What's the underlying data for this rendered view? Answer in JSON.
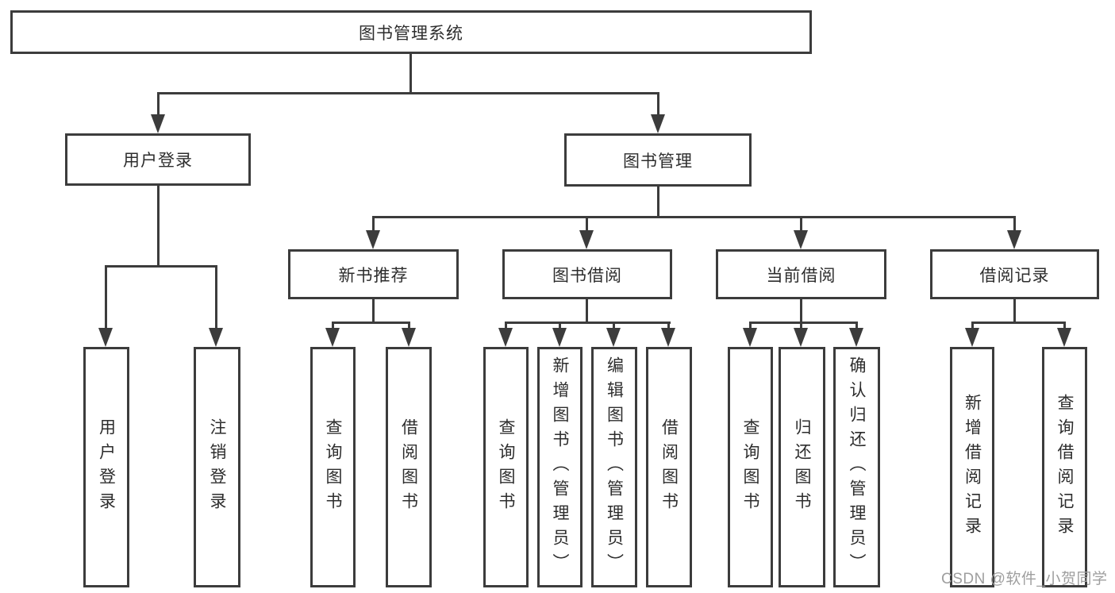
{
  "diagram": {
    "root_label": "图书管理系统",
    "level2": {
      "user_login": "用户登录",
      "book_management": "图书管理"
    },
    "level3": {
      "new_book_recommend": "新书推荐",
      "book_borrow": "图书借阅",
      "current_borrow": "当前借阅",
      "borrow_record": "借阅记录"
    },
    "leaves": {
      "user_login": "用户登录",
      "logout": "注销登录",
      "query_book_1": "查询图书",
      "borrow_book_1": "借阅图书",
      "query_book_2": "查询图书",
      "add_book_admin": "新增图书（管理员）",
      "edit_book_admin": "编辑图书（管理员）",
      "borrow_book_2": "借阅图书",
      "query_book_3": "查询图书",
      "return_book": "归还图书",
      "confirm_return_admin": "确认归还（管理员）",
      "add_borrow_record": "新增借阅记录",
      "query_borrow_record": "查询借阅记录"
    },
    "line_color": "#3c3c3c"
  },
  "watermark": "CSDN @软件_小贺同学"
}
